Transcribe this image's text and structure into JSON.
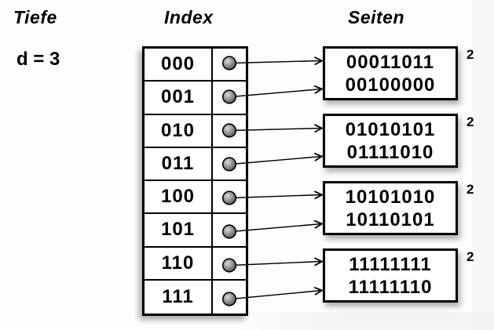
{
  "labels": {
    "depth_column": "Tiefe",
    "depth_value": "d = 3",
    "index_column": "Index",
    "pages_column": "Seiten"
  },
  "index_table": {
    "entries": [
      "000",
      "001",
      "010",
      "011",
      "100",
      "101",
      "110",
      "111"
    ]
  },
  "pages": [
    {
      "values": [
        "00011011",
        "00100000"
      ],
      "local_depth": "2"
    },
    {
      "values": [
        "01010101",
        "01111010"
      ],
      "local_depth": "2"
    },
    {
      "values": [
        "10101010",
        "10110101"
      ],
      "local_depth": "2"
    },
    {
      "values": [
        "11111111",
        "11111110"
      ],
      "local_depth": "2"
    }
  ],
  "colors": {
    "ink": "#000000",
    "background": "#ffffff",
    "dot_fill_center": "#d9d9d9",
    "dot_fill_edge": "#4a4a4a"
  }
}
